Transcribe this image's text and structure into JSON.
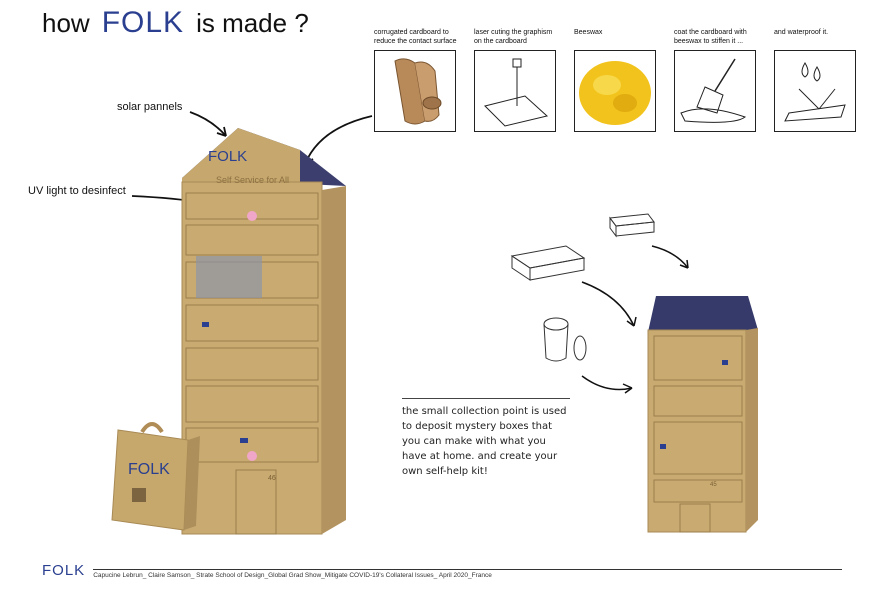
{
  "title": {
    "prefix": "how",
    "brand": "FOLK",
    "suffix": "is made ?"
  },
  "steps": [
    {
      "caption": "corrugated cardboard to reduce the contact surface",
      "icon": "cardboard-roll"
    },
    {
      "caption": "laser cuting the graphism on the cardboard",
      "icon": "laser"
    },
    {
      "caption": "Beeswax",
      "icon": "beeswax"
    },
    {
      "caption": "coat the cardboard with beeswax to stiffen it ...",
      "icon": "brush"
    },
    {
      "caption": "and waterproof it.",
      "icon": "water-drops"
    }
  ],
  "callouts": {
    "solar": "solar pannels",
    "uv": "UV light to desinfect"
  },
  "tower": {
    "brand": "FOLK",
    "service": "Self Service for All",
    "number": "46"
  },
  "bag": {
    "brand": "FOLK"
  },
  "small_house": {
    "number": "45"
  },
  "info_text": "the small collection point is used to deposit mystery boxes that you can make with what you have at home. and create your own self-help kit!",
  "footer": {
    "brand": "FOLK",
    "credit": "Capucine Lebrun_ Claire Samson_ Strate School of Design_Global Grad Show_Mitigate COVID-19's Collateral Issues_ April 2020_France"
  }
}
